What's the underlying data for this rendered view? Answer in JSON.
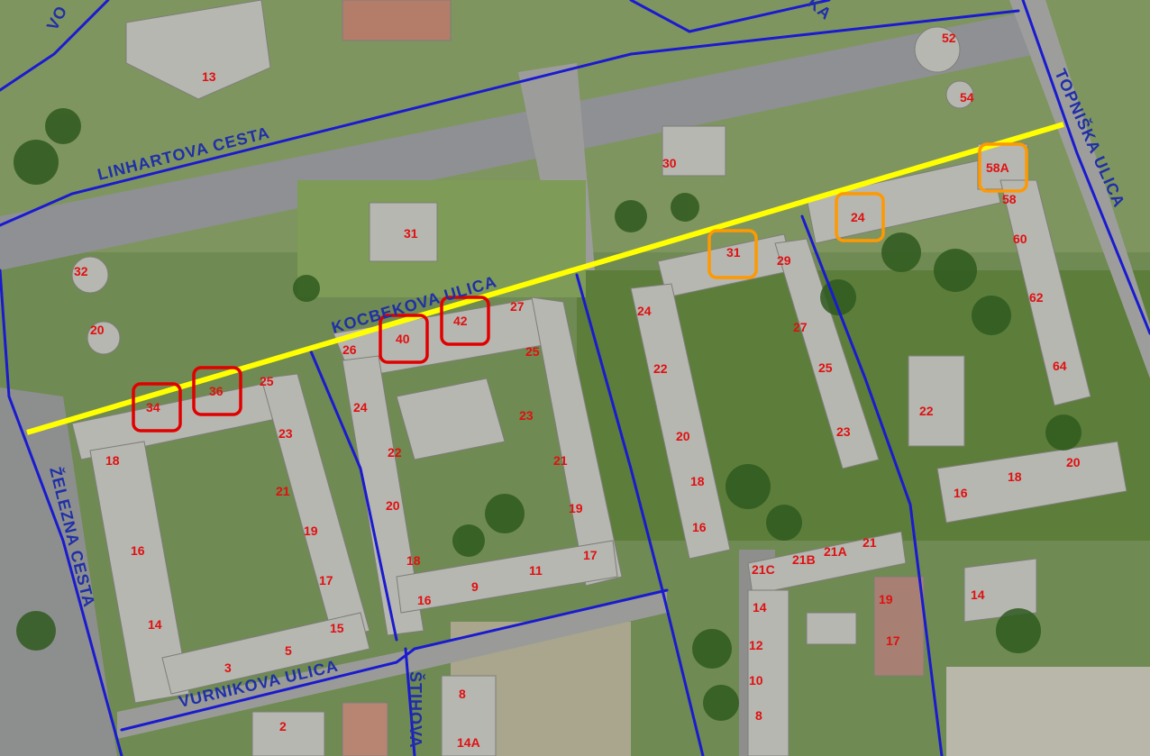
{
  "colors": {
    "street_line": "#1a1ad0",
    "highlight_line": "#ffff00",
    "marker_red": "#e00000",
    "marker_orange": "#ff9900",
    "house_number": "#e01010",
    "street_label": "#1f2fa8"
  },
  "streets": {
    "linhartova": "LINHARTOVA CESTA",
    "kocbekova": "KOCBEKOVA ULICA",
    "topniska": "TOPNIŠKA ULICA",
    "zelezna": "ŽELEZNA CESTA",
    "vurnikova": "VURNIKOVA ULICA",
    "stihova": "ŠTIHOVA",
    "top_left": "VO",
    "top_right": "KA"
  },
  "house_numbers": {
    "n13": "13",
    "n52": "52",
    "n54": "54",
    "n30": "30",
    "n31a": "31",
    "n32": "32",
    "n20a": "20",
    "n58A": "58A",
    "n58": "58",
    "n60": "60",
    "n62": "62",
    "n64": "64",
    "n24a": "24",
    "n31b": "31",
    "n29": "29",
    "n27a": "27",
    "n25a": "25",
    "n23a": "23",
    "n22a": "22",
    "n24b": "24",
    "n22b": "22",
    "n20b": "20",
    "n18a": "18",
    "n16a": "16",
    "n18b": "18",
    "n20c": "20",
    "n16b": "16",
    "n42": "42",
    "n40": "40",
    "n27b": "27",
    "n26": "26",
    "n25b": "25",
    "n24c": "24",
    "n23b": "23",
    "n22c": "22",
    "n21a": "21",
    "n20d": "20",
    "n19a": "19",
    "n18c": "18",
    "n17a": "17",
    "n16c": "16",
    "n9": "9",
    "n11": "11",
    "n34": "34",
    "n36": "36",
    "n25c": "25",
    "n23c": "23",
    "n18d": "18",
    "n21b": "21",
    "n19b": "19",
    "n17b": "17",
    "n16d": "16",
    "n15": "15",
    "n14a": "14",
    "n5": "5",
    "n3": "3",
    "n2": "2",
    "n8": "8",
    "n14A": "14A",
    "n21C": "21C",
    "n21B": "21B",
    "n21A": "21A",
    "n21c": "21",
    "n19c": "19",
    "n17c": "17",
    "n14b": "14",
    "n12": "12",
    "n10": "10",
    "n8b": "8",
    "n14c": "14"
  }
}
